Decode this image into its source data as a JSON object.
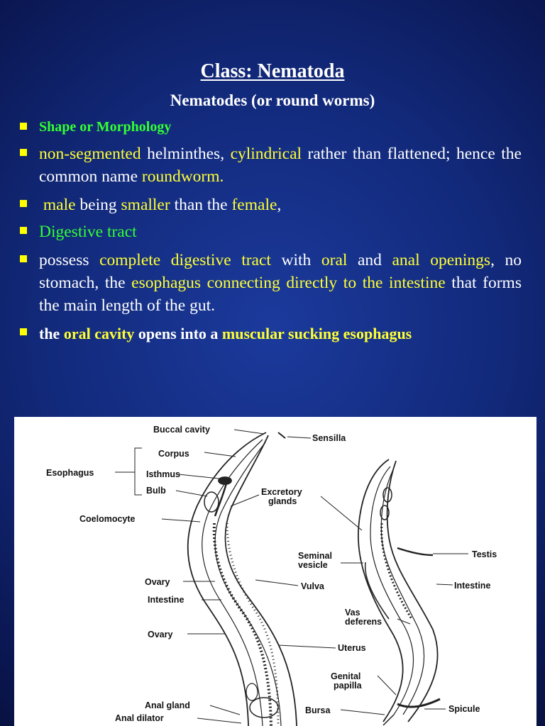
{
  "slide": {
    "title": "Class: Nematoda",
    "subtitle": "Nematodes (or round worms)",
    "bullet_color": "#ffff00",
    "highlight_yellow": "#ffff33",
    "highlight_green": "#33ff33",
    "background_color": "#12297a"
  },
  "bullets": {
    "shape": "Shape or Morphology",
    "nonseg": {
      "t1": "non-segmented",
      "t2": " helminthes, ",
      "t3": "cylindrical",
      "t4": " rather than flattened; hence the common name ",
      "t5": "roundworm."
    },
    "male": {
      "t1": "male",
      "t2": " being ",
      "t3": "smaller",
      "t4": " than the ",
      "t5": "female",
      "t6": ","
    },
    "digestive": "Digestive tract",
    "possess": {
      "t1": "possess ",
      "t2": "complete digestive tract",
      "t3": " with ",
      "t4": "oral",
      "t5": " and ",
      "t6": "anal openings",
      "t7": ", no stomach, the ",
      "t8": "esophagus connecting directly to the intestine",
      "t9": " that forms the main length of the gut."
    },
    "oral": {
      "t1": "the ",
      "t2": "oral cavity",
      "t3": " opens into a ",
      "t4": "muscular sucking esophagus"
    }
  },
  "figure": {
    "labels": {
      "buccal_cavity": "Buccal cavity",
      "sensilla": "Sensilla",
      "corpus": "Corpus",
      "esophagus": "Esophagus",
      "isthmus": "Isthmus",
      "bulb": "Bulb",
      "excretory_glands_1": "Excretory",
      "excretory_glands_2": "glands",
      "coelomocyte": "Coelomocyte",
      "seminal_vesicle_1": "Seminal",
      "seminal_vesicle_2": "vesicle",
      "testis": "Testis",
      "ovary_1": "Ovary",
      "vulva": "Vulva",
      "intestine_left": "Intestine",
      "intestine_right": "Intestine",
      "vas_deferens_1": "Vas",
      "vas_deferens_2": "deferens",
      "ovary_2": "Ovary",
      "uterus": "Uterus",
      "genital_papilla_1": "Genital",
      "genital_papilla_2": "papilla",
      "anal_gland": "Anal gland",
      "anal_dilator": "Anal dilator",
      "bursa": "Bursa",
      "spicule": "Spicule"
    }
  }
}
